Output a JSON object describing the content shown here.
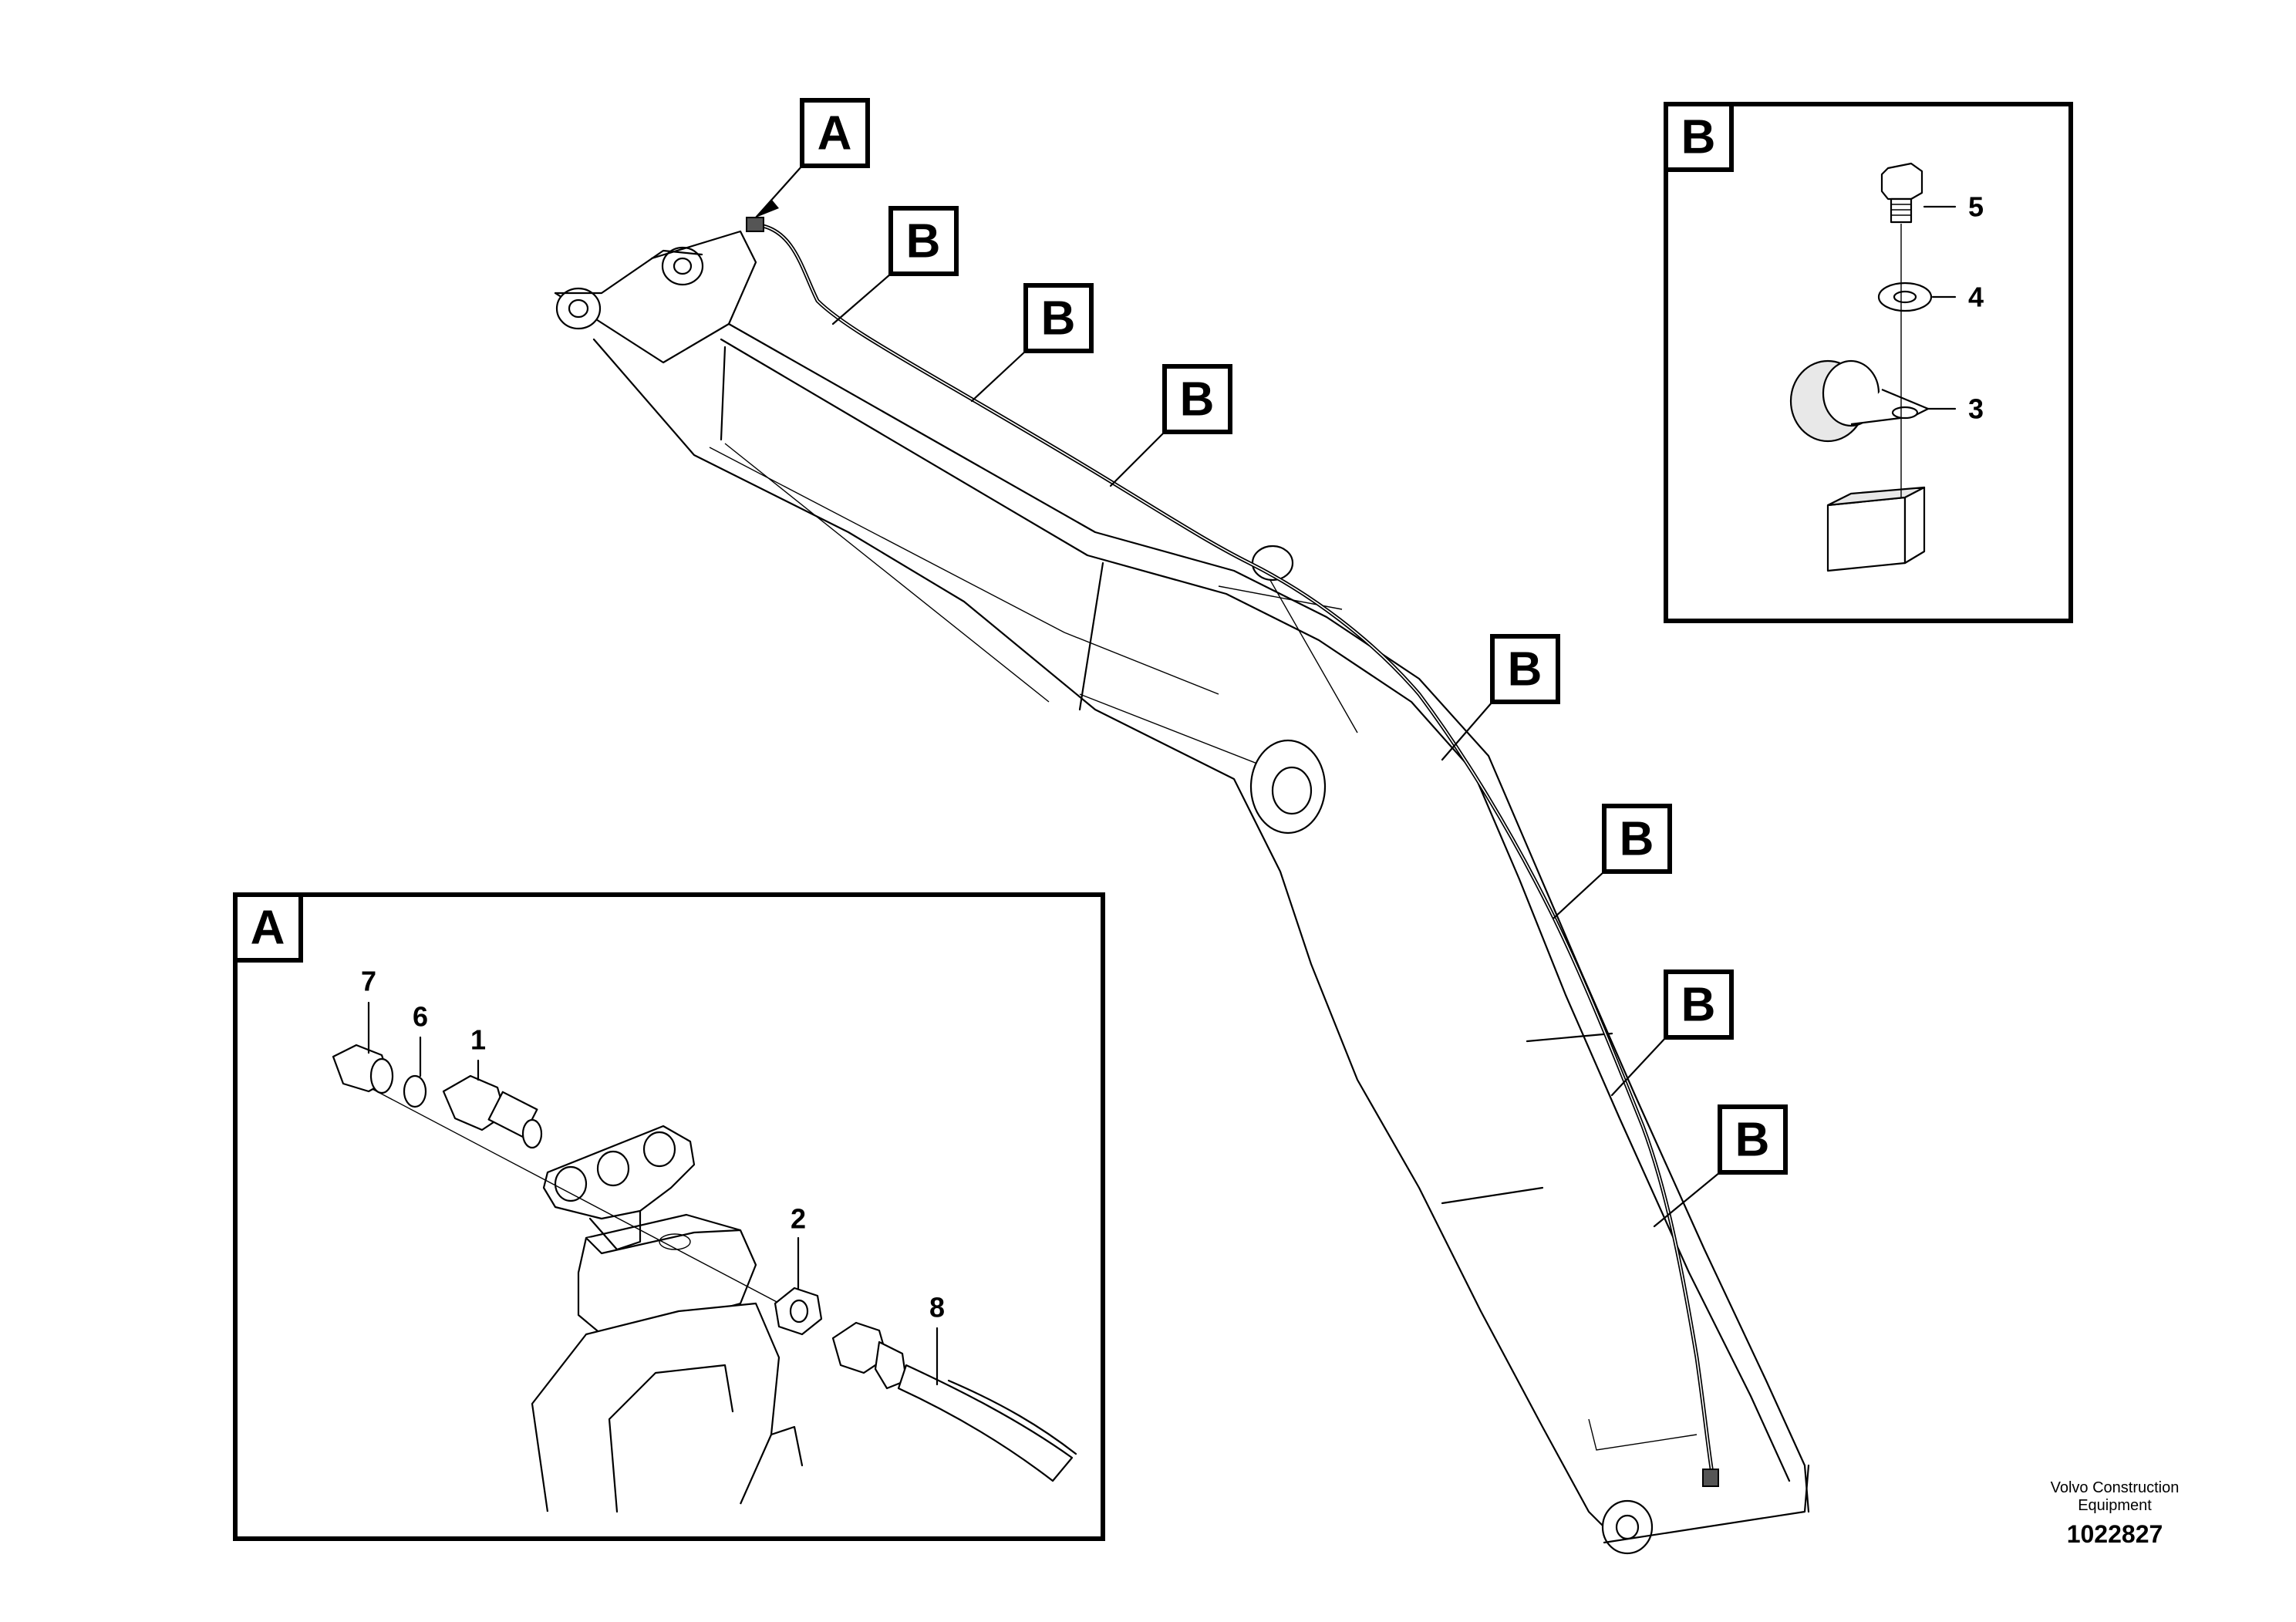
{
  "callouts": {
    "main_a": "A",
    "main_b": "B",
    "detail_a_label": "A",
    "detail_b_label": "B"
  },
  "detail_a_parts": [
    "7",
    "6",
    "1",
    "2",
    "8"
  ],
  "detail_b_parts": [
    "5",
    "4",
    "3"
  ],
  "credit": {
    "line1": "Volvo Construction",
    "line2": "Equipment"
  },
  "document_number": "1022827"
}
